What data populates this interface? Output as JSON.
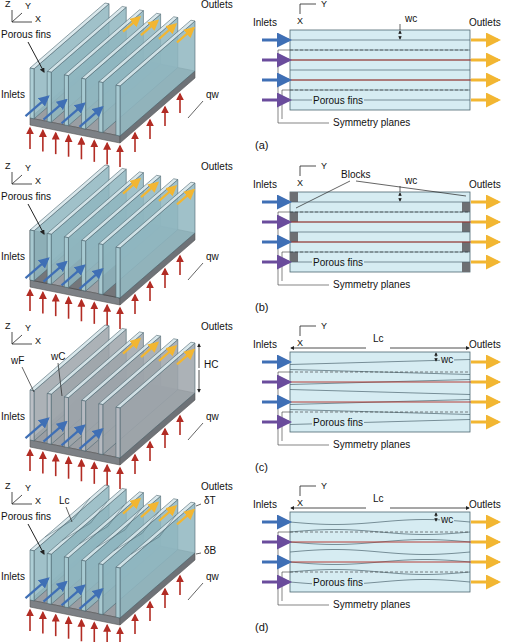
{
  "diagram": {
    "labels": [
      "Z",
      "Y",
      "X",
      "Outlets",
      "Porous fins",
      "Inlets",
      "qw",
      "X",
      "Y",
      "Inlets",
      "Outlets",
      "wc",
      "Porous fins",
      "Symmetry planes",
      "(a)",
      "Z",
      "Y",
      "X",
      "Outlets",
      "Porous fins",
      "Inlets",
      "qw",
      "X",
      "Y",
      "Blocks",
      "Inlets",
      "Outlets",
      "wc",
      "Porous fins",
      "Symmetry planes",
      "(b)",
      "Z",
      "Y",
      "X",
      "Outlets",
      "wF",
      "wC",
      "HC",
      "Inlets",
      "qw",
      "X",
      "Y",
      "Lc",
      "wc",
      "Inlets",
      "Outlets",
      "Porous fins",
      "Symmetry planes",
      "(c)",
      "Z",
      "Y",
      "X",
      "Outlets",
      "Porous fins",
      "Lc",
      "δT",
      "δB",
      "Inlets",
      "qw",
      "X",
      "Y",
      "Lc",
      "wc",
      "Inlets",
      "Outlets",
      "Porous fins",
      "Symmetry planes",
      "(d)"
    ]
  }
}
